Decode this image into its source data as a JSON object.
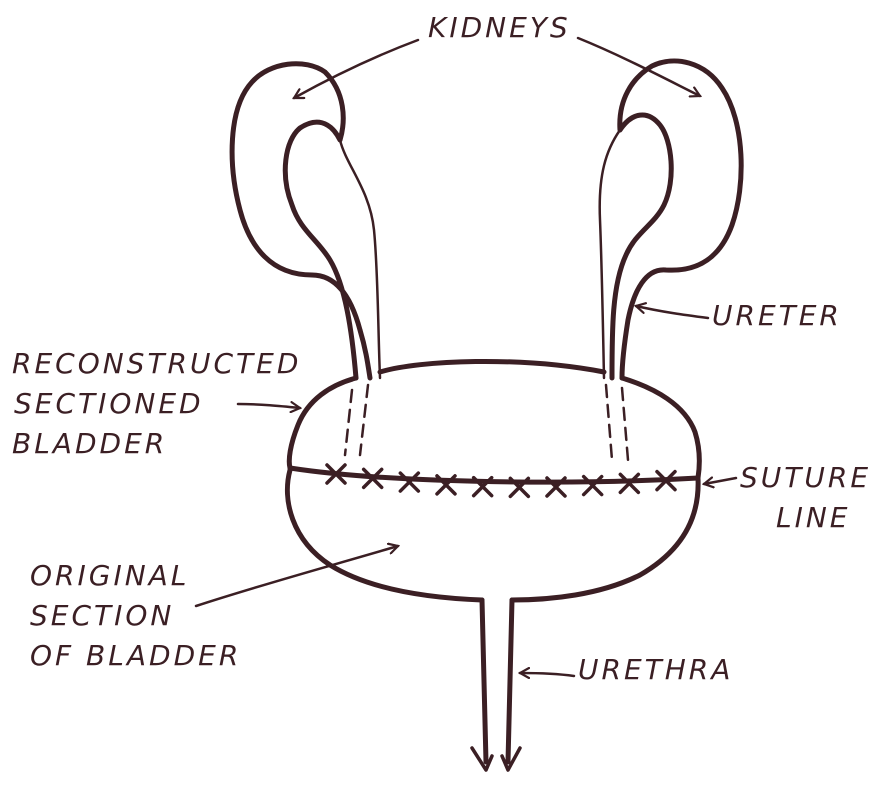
{
  "colors": {
    "ink": "#3b1f24",
    "background": "#ffffff"
  },
  "labels": {
    "kidneys": "KIDNEYS",
    "ureter": "URETER",
    "reconstructed": [
      "RECONSTRUCTED",
      "SECTIONED",
      "BLADDER"
    ],
    "suture": [
      "SUTURE",
      "LINE"
    ],
    "original": [
      "ORIGINAL",
      "SECTION",
      "OF BLADDER"
    ],
    "urethra": "URETHRA"
  },
  "suture_stitch_count": 10
}
